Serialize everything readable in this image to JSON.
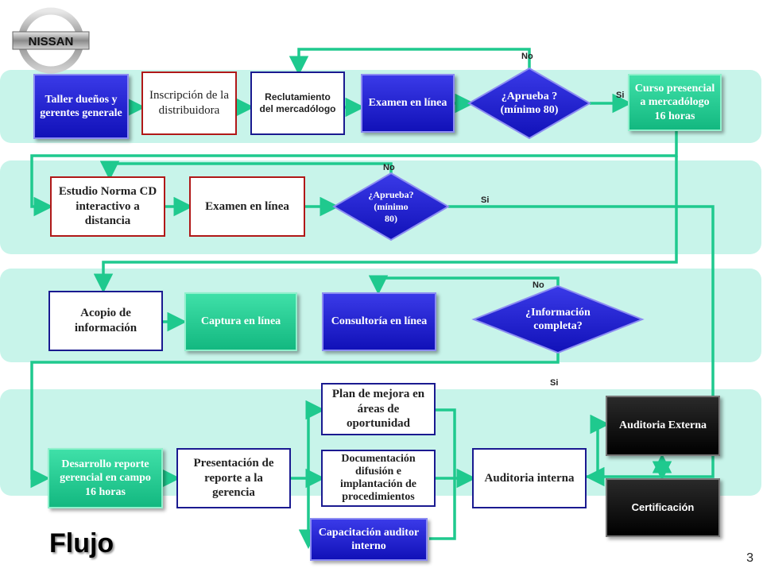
{
  "title": "Flujo",
  "page_number": "3",
  "logo_text": "NISSAN",
  "colors": {
    "band": "#c8f4ea",
    "connector": "#1fc98e",
    "blue": "#1a1acc",
    "green": "#1fcc8e",
    "red_border": "#b01818",
    "navy_border": "#1a1a90"
  },
  "row1": {
    "taller": "Taller dueños y gerentes generale",
    "inscripcion": "Inscripción de la distribuidora",
    "reclutamiento": "Reclutamiento del mercadólogo",
    "examen": "Examen en línea",
    "decision": "¿Aprueba ? (mínimo 80)",
    "curso": "Curso presencial a mercadólogo 16 horas",
    "no": "No",
    "si": "Si"
  },
  "row2": {
    "estudio": "Estudio Norma CD interactivo a distancia",
    "examen": "Examen en línea",
    "decision": "¿Aprueba? (mínimo 80)",
    "no": "No",
    "si": "Si"
  },
  "row3": {
    "acopio": "Acopio de información",
    "captura": "Captura en línea",
    "consultoria": "Consultoría en línea",
    "decision": "¿Información completa?",
    "no": "No",
    "si": "Si"
  },
  "row4": {
    "desarrollo": "Desarrollo reporte gerencial en campo 16 horas",
    "presentacion": "Presentación de reporte a la gerencia",
    "plan": "Plan de mejora en áreas de oportunidad",
    "documentacion": "Documentación difusión e implantación de procedimientos",
    "capacitacion": "Capacitación auditor interno",
    "auditoria_interna": "Auditoria interna",
    "auditoria_externa": "Auditoria Externa",
    "certificacion": "Certificación"
  }
}
